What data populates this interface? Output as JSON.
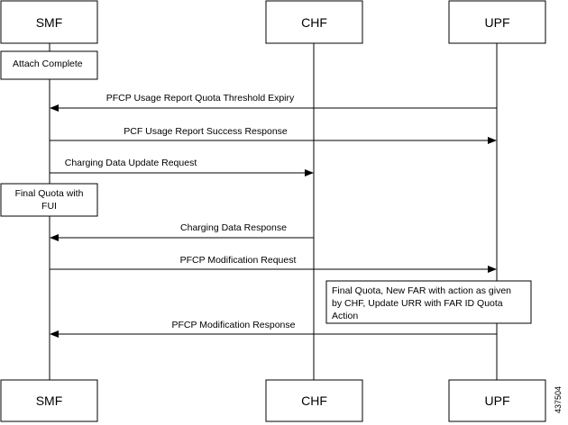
{
  "participants": [
    {
      "id": "smf",
      "label": "SMF"
    },
    {
      "id": "chf",
      "label": "CHF"
    },
    {
      "id": "upf",
      "label": "UPF"
    }
  ],
  "messages": [
    {
      "id": "pfcp-usage-report",
      "label": "PFCP Usage Report Quota Threshold Expiry",
      "from": "upf",
      "to": "smf"
    },
    {
      "id": "pcf-usage-report-success",
      "label": "PCF Usage Report Success Response",
      "from": "smf",
      "to": "upf"
    },
    {
      "id": "charging-data-update-request",
      "label": "Charging Data Update Request",
      "from": "smf",
      "to": "chf"
    },
    {
      "id": "charging-data-response",
      "label": "Charging Data Response",
      "from": "chf",
      "to": "smf"
    },
    {
      "id": "pfcp-modification-request",
      "label": "PFCP Modification Request",
      "from": "smf",
      "to": "upf"
    },
    {
      "id": "pfcp-modification-response",
      "label": "PFCP Modification Response",
      "from": "upf",
      "to": "smf"
    }
  ],
  "notes": [
    {
      "id": "attach-complete",
      "lines": [
        "Attach Complete"
      ]
    },
    {
      "id": "final-quota-fui",
      "lines": [
        "Final Quota with",
        "FUI"
      ]
    },
    {
      "id": "final-quota-far",
      "lines": [
        "Final Quota, New FAR with action as given",
        "by CHF, Update URR with FAR ID Quota",
        "Action"
      ]
    }
  ],
  "figure_id": "437504"
}
